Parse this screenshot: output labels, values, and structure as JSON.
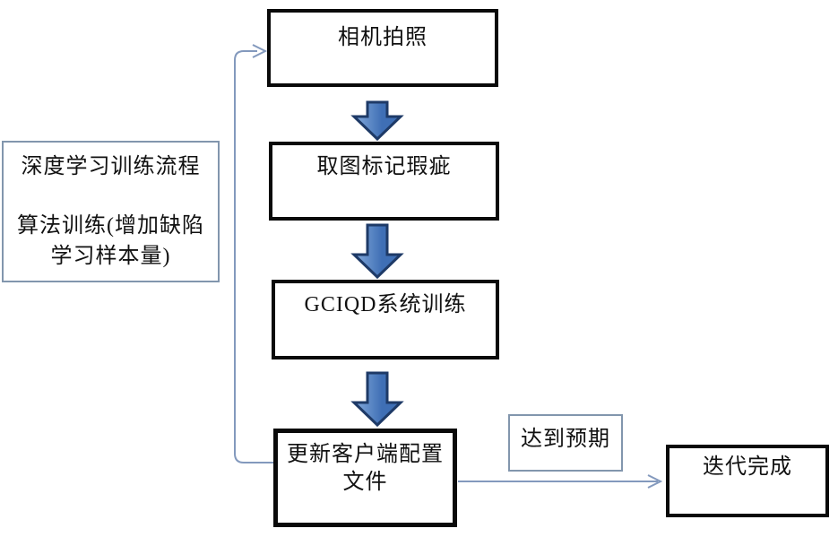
{
  "colors": {
    "background": "#ffffff",
    "node_border": "#0a0a0a",
    "note_border": "#8296ad",
    "connector": "#8399bd",
    "block_arrow_fill": "#3f6fb5",
    "block_arrow_fill_light": "#85abdc",
    "block_arrow_outline": "#1e3a67",
    "text": "#111111"
  },
  "side_note": {
    "line1": "深度学习训练流程",
    "line2": "算法训练(增加缺陷",
    "line3": "学习样本量)"
  },
  "nodes": {
    "camera": {
      "label": "相机拍照"
    },
    "mark_defects": {
      "label": "取图标记瑕疵"
    },
    "system_training": {
      "label": "GCIQD系统训练"
    },
    "update_config": {
      "line1": "更新客户端配置",
      "line2": "文件"
    },
    "expectation": {
      "label": "达到预期"
    },
    "iteration_complete": {
      "label": "迭代完成"
    }
  }
}
